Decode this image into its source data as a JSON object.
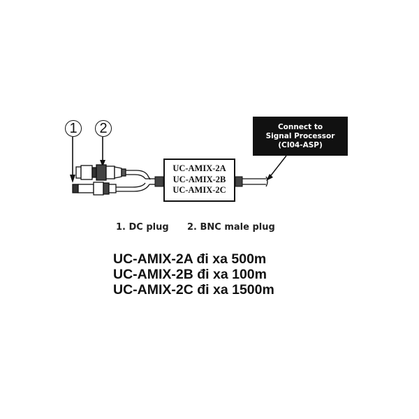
{
  "diagram": {
    "markers": [
      {
        "number": "1",
        "target": "DC plug"
      },
      {
        "number": "2",
        "target": "BNC male plug"
      }
    ],
    "model_box": {
      "lines": [
        "UC-AMIX-2A",
        "UC-AMIX-2B",
        "UC-AMIX-2C"
      ]
    },
    "callout": {
      "lines": [
        "Connect to",
        "Signal Processor",
        "(CI04-ASP)"
      ]
    },
    "legend": {
      "item_1": "1. DC plug",
      "item_2": "2. BNC male plug"
    },
    "specs": [
      "UC-AMIX-2A đi xa 500m",
      "UC-AMIX-2B đi xa 100m",
      "UC-AMIX-2C đi xa 1500m"
    ],
    "colors": {
      "line": "#111111",
      "callout_bg": "#111111",
      "callout_text": "#ffffff",
      "background": "#ffffff"
    }
  }
}
